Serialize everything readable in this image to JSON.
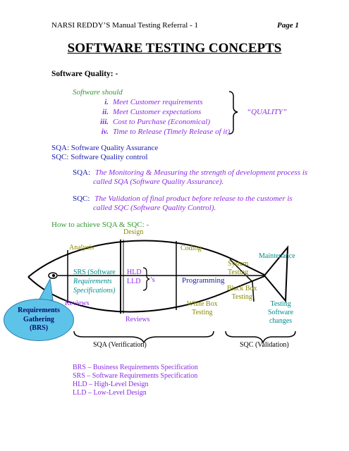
{
  "header": {
    "left": "NARSI REDDY’S Manual Testing Referral - 1",
    "right": "Page 1"
  },
  "title": "SOFTWARE TESTING CONCEPTS",
  "software_quality": {
    "heading": "Software Quality: -",
    "intro": "Software should",
    "items": [
      {
        "num": "i.",
        "text": "Meet Customer requirements"
      },
      {
        "num": "ii.",
        "text": "Meet Customer expectations"
      },
      {
        "num": "iii.",
        "text": "Cost to Purchase (Economical)"
      },
      {
        "num": "iv.",
        "text": "Time to Release (Timely Release of it)"
      }
    ],
    "quality_label": "“QUALITY”"
  },
  "acronyms": {
    "sqa": "SQA: Software Quality Assurance",
    "sqc": "SQC: Software Quality control"
  },
  "definitions": {
    "sqa_label": "SQA:",
    "sqa_line1": "The Monitoring & Measuring the strength of development process is",
    "sqa_line2": "called SQA (Software Quality Assurance).",
    "sqc_label": "SQC:",
    "sqc_line1": "The Validation of final product before release to the customer is",
    "sqc_line2": "called SQC (Software Quality Control)."
  },
  "diagram": {
    "heading": "How to achieve SQA & SQC: -",
    "design": "Design",
    "analysis": "Analysis",
    "coding": "Coding",
    "maintenance": "Maintenance",
    "system_testing_1": "System",
    "system_testing_2": "Testing",
    "srs_1": "SRS (Software",
    "srs_2": "Requirements",
    "srs_3": "Specifications)",
    "hld": "HLD",
    "lld": "LLD",
    "apostrophe_s": "’s",
    "programming": "Programming",
    "black_box_1": "Black Box",
    "black_box_2": "Testing",
    "reviews_left": "Reviews",
    "reviews_mid": "Reviews",
    "white_box_1": "White Box",
    "white_box_2": "Testing",
    "testing_sw_1": "Testing",
    "testing_sw_2": "Software",
    "testing_sw_3": "changes",
    "bubble_1": "Requirements",
    "bubble_2": "Gathering",
    "bubble_3": "(BRS)",
    "sqa_verification": "SQA (Verification)",
    "sqc_validation": "SQC (Validation)"
  },
  "glossary": [
    "BRS – Business Requirements Specification",
    "SRS – Software Requirements Specification",
    "HLD – High-Level Design",
    "LLD – Low-Level Design"
  ]
}
